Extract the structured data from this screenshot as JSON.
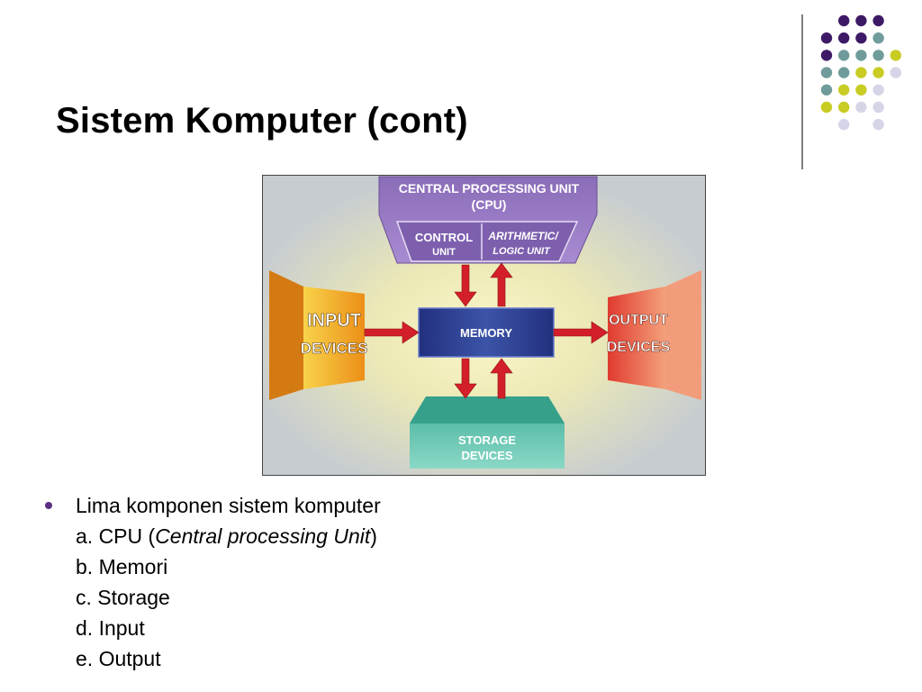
{
  "slide": {
    "title": "Sistem Komputer (cont)"
  },
  "decoration": {
    "dot_colors": {
      "purple": "#3e1a66",
      "teal": "#6f9c9a",
      "yellow": "#c9cc22",
      "lavender": "#d6d5e8"
    }
  },
  "diagram": {
    "cpu": {
      "title_line1": "CENTRAL PROCESSING UNIT",
      "title_line2": "(CPU)",
      "control_line1": "CONTROL",
      "control_line2": "UNIT",
      "alu_line1": "ARITHMETIC/",
      "alu_line2": "LOGIC UNIT"
    },
    "input": {
      "line1": "INPUT",
      "line2": "DEVICES"
    },
    "output": {
      "line1": "OUTPUT",
      "line2": "DEVICES"
    },
    "memory": "MEMORY",
    "storage": {
      "line1": "STORAGE",
      "line2": "DEVICES"
    },
    "colors": {
      "cpu": "#9a7cc4",
      "input": "#f0a41e",
      "output": "#e8553c",
      "memory": "#2c3e92",
      "storage": "#4fb8a4",
      "arrow": "#d31f2a",
      "background": "#c7ccd0"
    }
  },
  "bullets": {
    "main": "Lima komponen sistem komputer",
    "a_prefix": "a. CPU (",
    "a_italic": "Central processing Unit",
    "a_suffix": ")",
    "b": "b. Memori",
    "c": "c. Storage",
    "d": "d. Input",
    "e": "e. Output"
  }
}
